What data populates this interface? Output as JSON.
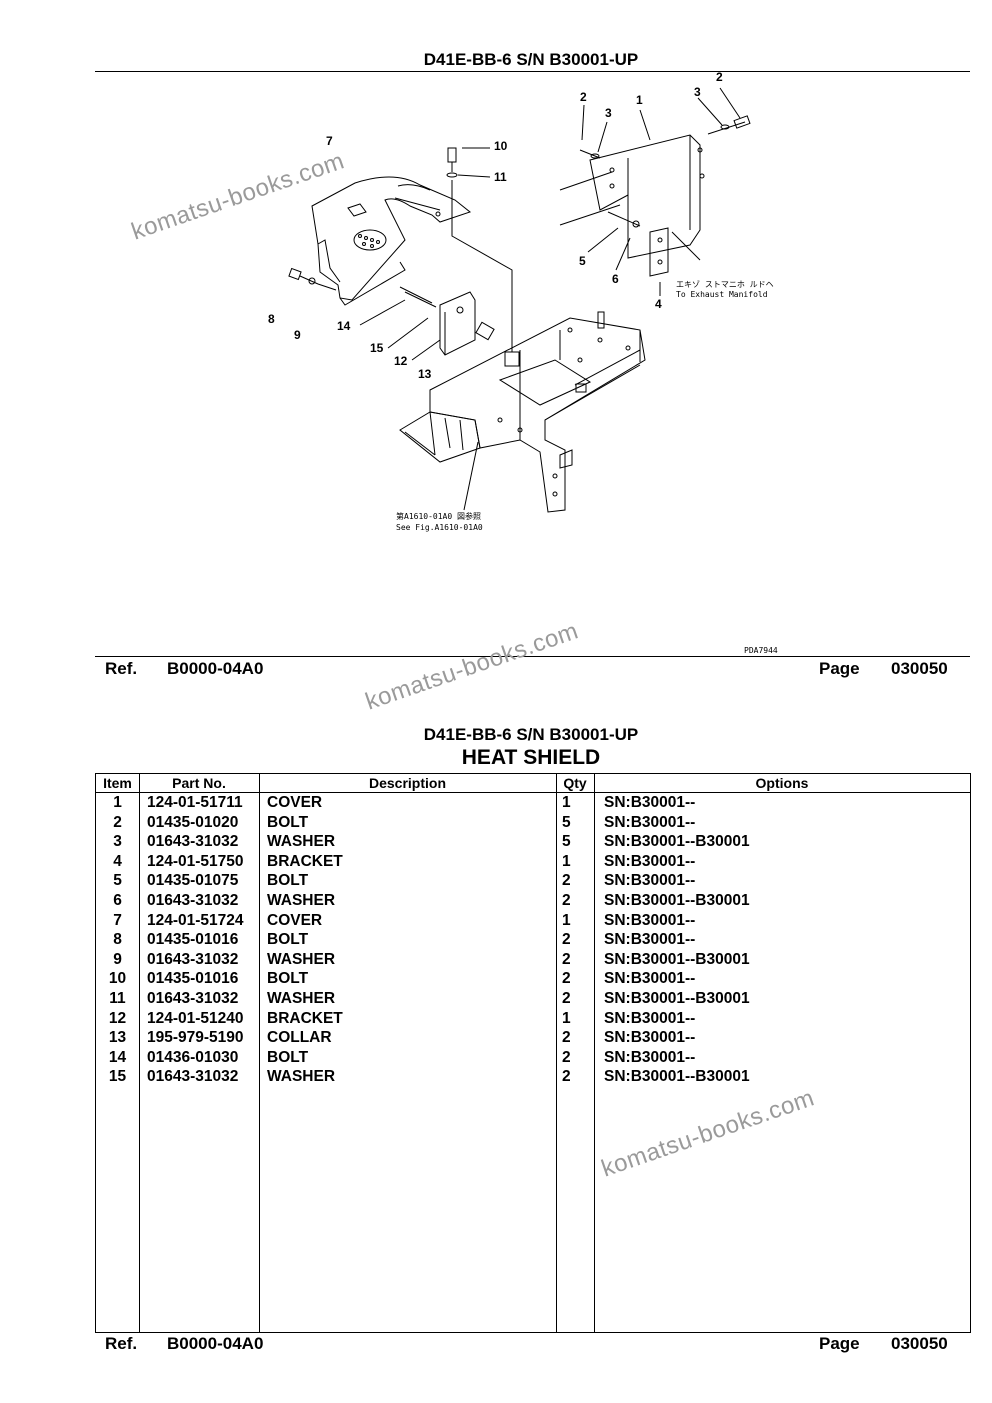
{
  "header": {
    "model_title": "D41E-BB-6 S/N B30001-UP"
  },
  "diagram": {
    "callouts": [
      "1",
      "2",
      "2",
      "3",
      "3",
      "4",
      "5",
      "6",
      "7",
      "8",
      "9",
      "10",
      "11",
      "12",
      "13",
      "14",
      "15"
    ],
    "note_exhaust_jp": "エキゾ ストマニホ ルドヘ",
    "note_exhaust_en": "To Exhaust Manifold",
    "note_fig_jp": "第A1610-01A0 図参照",
    "note_fig_en": "See Fig.A1610-01A0",
    "drawing_code": "PDA7944"
  },
  "footer_top": {
    "ref_label": "Ref.",
    "ref_value": "B0000-04A0",
    "page_label": "Page",
    "page_value": "030050"
  },
  "section": {
    "model_title": "D41E-BB-6 S/N B30001-UP",
    "group_title": "HEAT SHIELD"
  },
  "table": {
    "headers": {
      "item": "Item",
      "part_no": "Part No.",
      "description": "Description",
      "qty": "Qty",
      "options": "Options"
    },
    "rows": [
      {
        "item": "1",
        "part_no": "124-01-51711",
        "description": "COVER",
        "qty": "1",
        "options": "SN:B30001--"
      },
      {
        "item": "2",
        "part_no": "01435-01020",
        "description": "BOLT",
        "qty": "5",
        "options": "SN:B30001--"
      },
      {
        "item": "3",
        "part_no": "01643-31032",
        "description": "WASHER",
        "qty": "5",
        "options": "SN:B30001--B30001"
      },
      {
        "item": "4",
        "part_no": "124-01-51750",
        "description": "BRACKET",
        "qty": "1",
        "options": "SN:B30001--"
      },
      {
        "item": "5",
        "part_no": "01435-01075",
        "description": "BOLT",
        "qty": "2",
        "options": "SN:B30001--"
      },
      {
        "item": "6",
        "part_no": "01643-31032",
        "description": "WASHER",
        "qty": "2",
        "options": "SN:B30001--B30001"
      },
      {
        "item": "7",
        "part_no": "124-01-51724",
        "description": "COVER",
        "qty": "1",
        "options": "SN:B30001--"
      },
      {
        "item": "8",
        "part_no": "01435-01016",
        "description": "BOLT",
        "qty": "2",
        "options": "SN:B30001--"
      },
      {
        "item": "9",
        "part_no": "01643-31032",
        "description": "WASHER",
        "qty": "2",
        "options": "SN:B30001--B30001"
      },
      {
        "item": "10",
        "part_no": "01435-01016",
        "description": "BOLT",
        "qty": "2",
        "options": "SN:B30001--"
      },
      {
        "item": "11",
        "part_no": "01643-31032",
        "description": "WASHER",
        "qty": "2",
        "options": "SN:B30001--B30001"
      },
      {
        "item": "12",
        "part_no": "124-01-51240",
        "description": "BRACKET",
        "qty": "1",
        "options": "SN:B30001--"
      },
      {
        "item": "13",
        "part_no": "195-979-5190",
        "description": "COLLAR",
        "qty": "2",
        "options": "SN:B30001--"
      },
      {
        "item": "14",
        "part_no": "01436-01030",
        "description": "BOLT",
        "qty": "2",
        "options": "SN:B30001--"
      },
      {
        "item": "15",
        "part_no": "01643-31032",
        "description": "WASHER",
        "qty": "2",
        "options": "SN:B30001--B30001"
      }
    ]
  },
  "footer_bottom": {
    "ref_label": "Ref.",
    "ref_value": "B0000-04A0",
    "page_label": "Page",
    "page_value": "030050"
  },
  "watermark": "komatsu-books.com"
}
